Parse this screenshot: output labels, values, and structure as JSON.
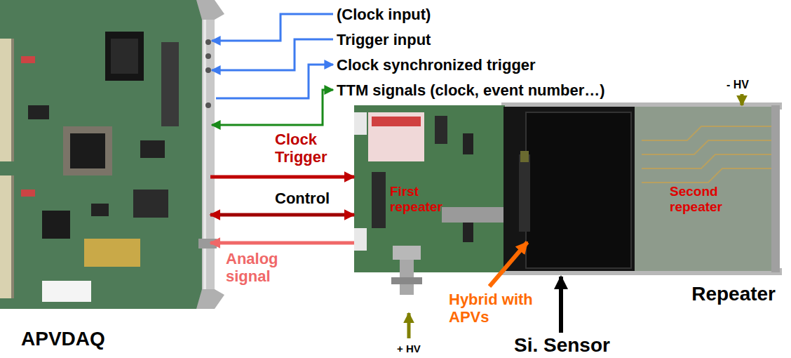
{
  "diagram": {
    "nodes": [
      {
        "text": [
          "APVDAQ"
        ]
      },
      {
        "text": [
          "Repeater"
        ]
      }
    ],
    "edges": [
      {
        "from": 0,
        "to": 1,
        "arrow": "to",
        "label": "Clock Trigger"
      },
      {
        "from": 0,
        "to": 1,
        "arrow": "both",
        "label": "Control"
      },
      {
        "from": 1,
        "to": 0,
        "arrow": "to",
        "label": "Analog signal"
      }
    ],
    "labels": [
      "(Clock input)",
      "Trigger input",
      "Clock synchronized trigger",
      "TTM signals (clock, event number…)",
      "- HV",
      "First repeater",
      "Second repeater",
      "Hybrid with APVs",
      "+ HV",
      "Si. Sensor"
    ]
  }
}
